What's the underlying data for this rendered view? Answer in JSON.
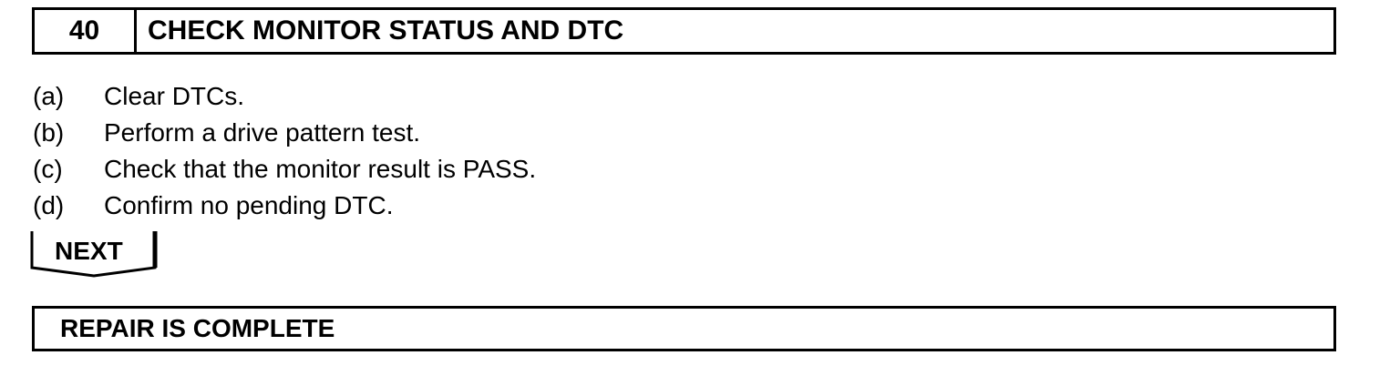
{
  "step": {
    "number": "40",
    "title": "CHECK MONITOR STATUS AND DTC"
  },
  "instructions": [
    {
      "letter": "(a)",
      "text": "Clear DTCs."
    },
    {
      "letter": "(b)",
      "text": "Perform a drive pattern test."
    },
    {
      "letter": "(c)",
      "text": "Check that the monitor result is PASS."
    },
    {
      "letter": "(d)",
      "text": "Confirm no pending DTC."
    }
  ],
  "next": {
    "label": "NEXT"
  },
  "result": {
    "text": "REPAIR IS COMPLETE"
  }
}
